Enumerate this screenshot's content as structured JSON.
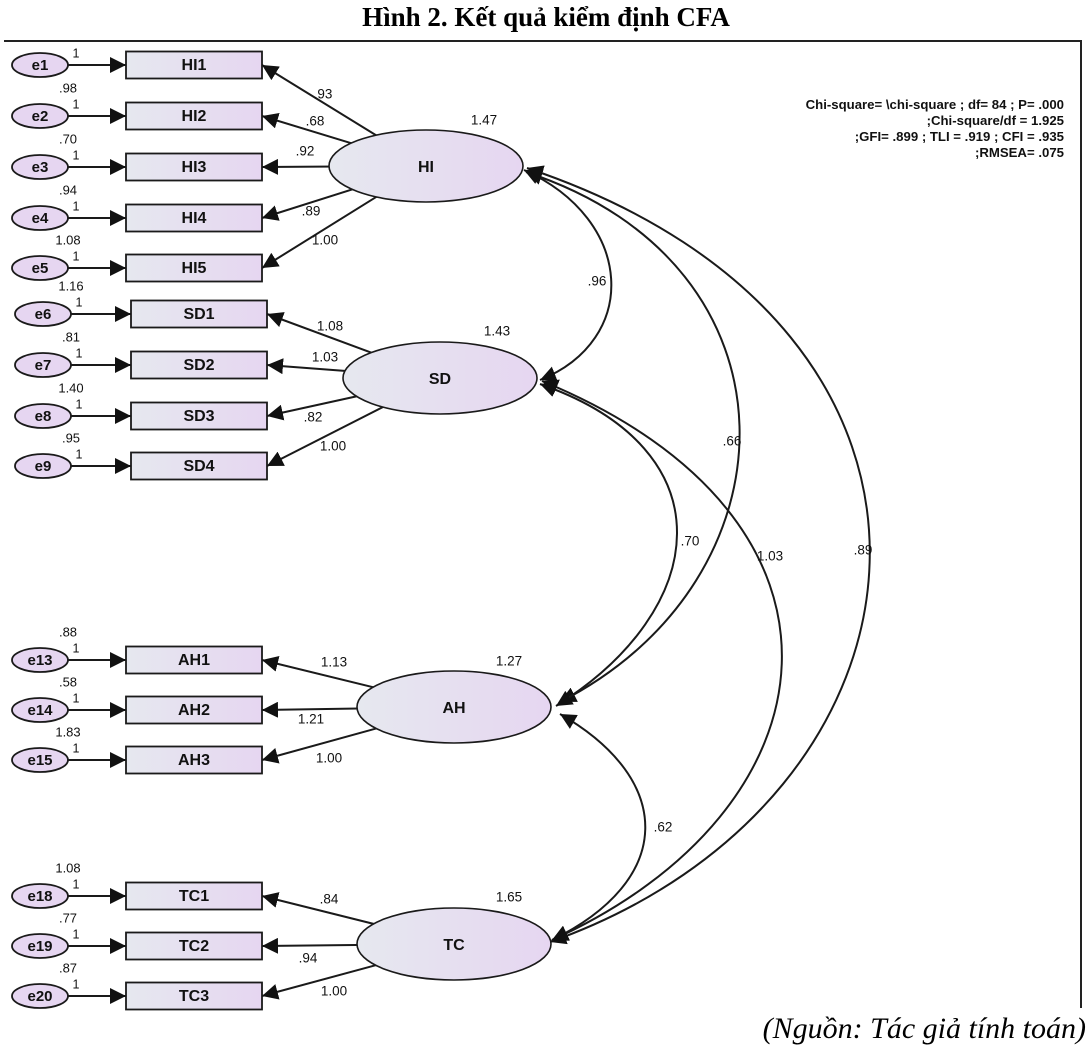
{
  "title": "Hình 2. Kết quả kiểm định CFA",
  "source": "(Nguồn: Tác giả tính toán)",
  "fit_stats": [
    "Chi-square= \\chi-square ; df= 84 ; P= .000",
    ";Chi-square/df = 1.925",
    ";GFI= .899 ; TLI = .919 ; CFI = .935",
    ";RMSEA= .075"
  ],
  "latents": [
    {
      "id": "HI",
      "label": "HI",
      "variance": "1.47"
    },
    {
      "id": "SD",
      "label": "SD",
      "variance": "1.43"
    },
    {
      "id": "AH",
      "label": "AH",
      "variance": "1.27"
    },
    {
      "id": "TC",
      "label": "TC",
      "variance": "1.65"
    }
  ],
  "indicators": [
    {
      "label": "HI1",
      "latent": "HI",
      "error": "e1",
      "error_variance": "",
      "loading": ".93"
    },
    {
      "label": "HI2",
      "latent": "HI",
      "error": "e2",
      "error_variance": ".98",
      "loading": ".68"
    },
    {
      "label": "HI3",
      "latent": "HI",
      "error": "e3",
      "error_variance": ".70",
      "loading": ".92"
    },
    {
      "label": "HI4",
      "latent": "HI",
      "error": "e4",
      "error_variance": ".94",
      "loading": ".89"
    },
    {
      "label": "HI5",
      "latent": "HI",
      "error": "e5",
      "error_variance": "1.08",
      "loading": "1.00"
    },
    {
      "label": "SD1",
      "latent": "SD",
      "error": "e6",
      "error_variance": "1.16",
      "loading": "1.08"
    },
    {
      "label": "SD2",
      "latent": "SD",
      "error": "e7",
      "error_variance": ".81",
      "loading": "1.03"
    },
    {
      "label": "SD3",
      "latent": "SD",
      "error": "e8",
      "error_variance": "1.40",
      "loading": ".82"
    },
    {
      "label": "SD4",
      "latent": "SD",
      "error": "e9",
      "error_variance": ".95",
      "loading": "1.00"
    },
    {
      "label": "AH1",
      "latent": "AH",
      "error": "e13",
      "error_variance": ".88",
      "loading": "1.13"
    },
    {
      "label": "AH2",
      "latent": "AH",
      "error": "e14",
      "error_variance": ".58",
      "loading": "1.21"
    },
    {
      "label": "AH3",
      "latent": "AH",
      "error": "e15",
      "error_variance": "1.83",
      "loading": "1.00"
    },
    {
      "label": "TC1",
      "latent": "TC",
      "error": "e18",
      "error_variance": "1.08",
      "loading": ".84"
    },
    {
      "label": "TC2",
      "latent": "TC",
      "error": "e19",
      "error_variance": ".77",
      "loading": ".94"
    },
    {
      "label": "TC3",
      "latent": "TC",
      "error": "e20",
      "error_variance": ".87",
      "loading": "1.00"
    }
  ],
  "error_path_label": "1",
  "covariances": [
    {
      "from": "HI",
      "to": "SD",
      "value": ".96"
    },
    {
      "from": "HI",
      "to": "AH",
      "value": ".66"
    },
    {
      "from": "HI",
      "to": "TC",
      "value": ".89"
    },
    {
      "from": "SD",
      "to": "AH",
      "value": ".70"
    },
    {
      "from": "SD",
      "to": "TC",
      "value": "1.03"
    },
    {
      "from": "AH",
      "to": "TC",
      "value": ".62"
    }
  ],
  "colors": {
    "shape_fill_start": "#e6e8ef",
    "shape_fill_end": "#e6d6f1",
    "stroke": "#1a1a1a"
  }
}
